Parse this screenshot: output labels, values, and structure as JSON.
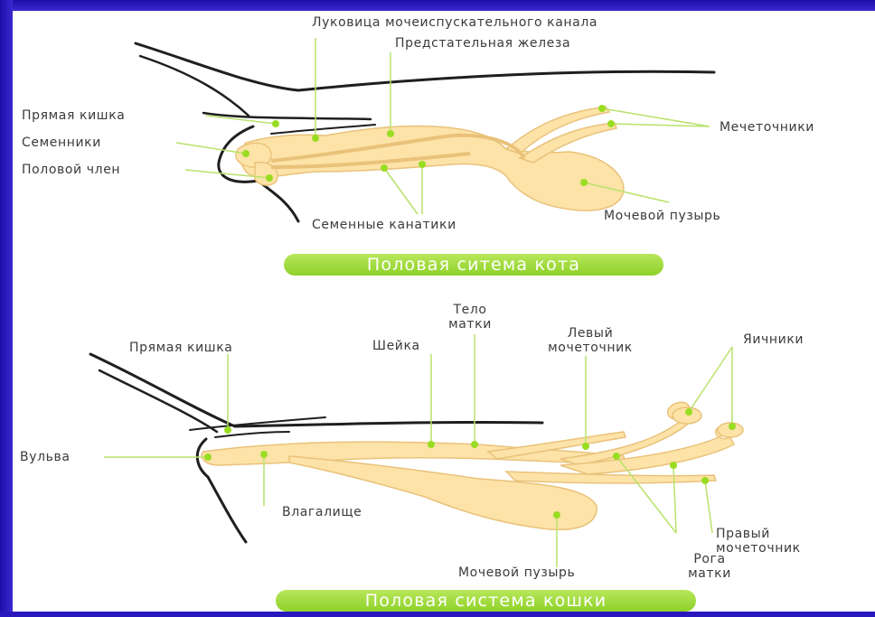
{
  "male": {
    "labels": {
      "bulb": "Луковица мочеиспускательного канала",
      "prostate": "Предстательная железа",
      "rectum": "Прямая кишка",
      "testes": "Семенники",
      "penis": "Половой член",
      "ureters": "Мечеточники",
      "spermatic_cords": "Семенные канатики",
      "bladder": "Мочевой пузырь"
    },
    "title": "Половая ситема кота"
  },
  "female": {
    "labels": {
      "uterus_body": "Тело\nматки",
      "rectum": "Прямая кишка",
      "cervix": "Шейка",
      "left_ureter": "Левый\nмочеточник",
      "ovaries": "Яичники",
      "vulva": "Вульва",
      "vagina": "Влагалище",
      "right_ureter": "Правый\nмочеточник",
      "uterine_horns": "Рога\nматки",
      "bladder": "Мочевой пузырь"
    },
    "title": "Половая система кошки"
  },
  "colors": {
    "organ": "#fde3a8",
    "organ_outline": "#e9c27a",
    "leader": "#b9e26a",
    "dot": "#99dd22",
    "body_outline": "#1f1f1f",
    "banner": "#8ed12a",
    "frame": "#2a18bf"
  }
}
